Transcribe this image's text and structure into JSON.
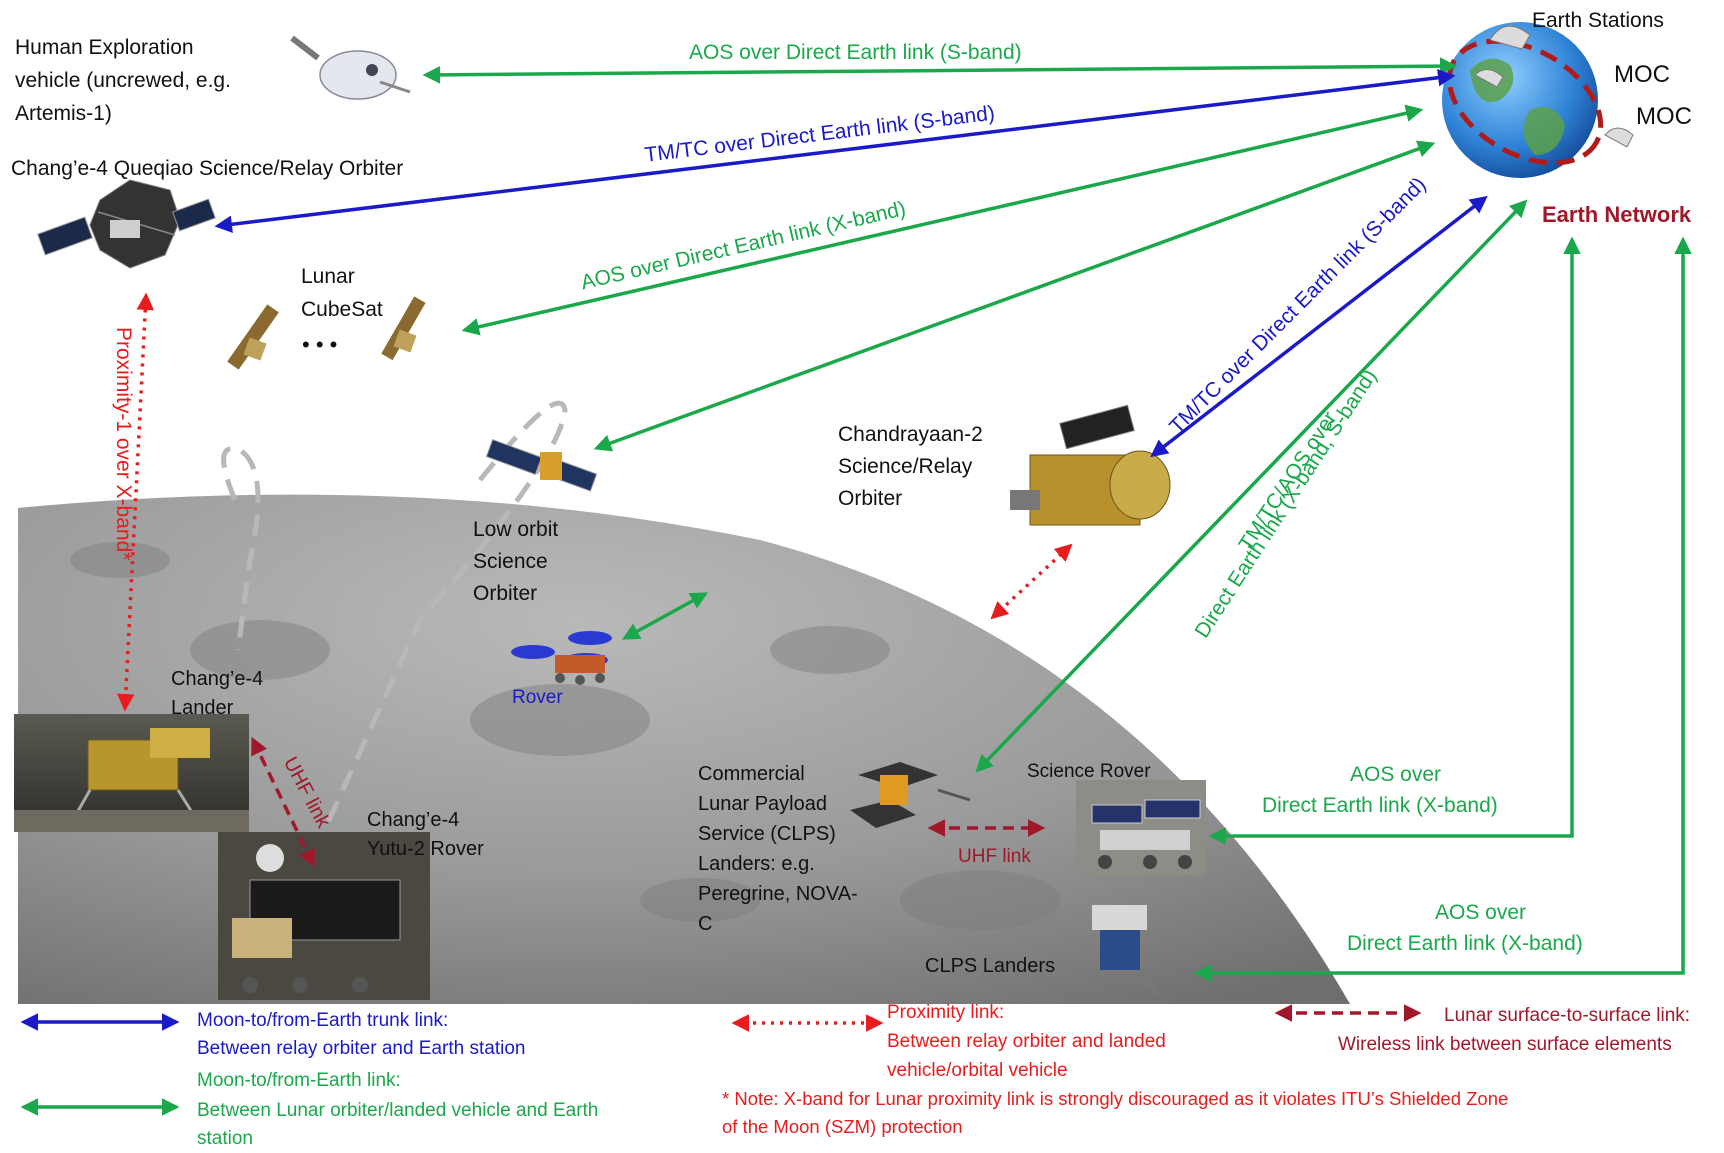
{
  "earth": {
    "stations_label": "Earth Stations",
    "moc_1": "MOC",
    "moc_2": "MOC",
    "network_label": "Earth Network"
  },
  "spacecraft": {
    "human_vehicle": [
      "Human Exploration",
      "vehicle (uncrewed, e.g.",
      "Artemis-1)"
    ],
    "queqiao": "Chang’e-4 Queqiao Science/Relay Orbiter",
    "cubesat": [
      "Lunar",
      "CubeSat"
    ],
    "cubesat_more": "• • •",
    "low_orbit": [
      "Low orbit",
      "Science",
      "Orbiter"
    ],
    "chandrayaan": [
      "Chandrayaan-2",
      "Science/Relay",
      "Orbiter"
    ],
    "rover": "Rover",
    "change4_lander": [
      "Chang’e-4",
      "Lander"
    ],
    "yutu2": [
      "Chang’e-4",
      "Yutu-2 Rover"
    ],
    "clps": [
      "Commercial",
      "Lunar Payload",
      "Service (CLPS)",
      "Landers: e.g.",
      "Peregrine, NOVA-",
      "C"
    ],
    "science_rover": "Science Rover",
    "clps_landers": "CLPS Landers"
  },
  "links": {
    "aos_s_band": "AOS over Direct Earth link (S-band)",
    "tmtc_s_band": "TM/TC over Direct Earth link (S-band)",
    "aos_x_band": "AOS over Direct Earth link (X-band)",
    "tmtc_s_band_chandrayaan": "TM/TC over Direct Earth link (S-band)",
    "tmtc_aos_line1": "TM/TC/AOS over",
    "tmtc_aos_line2": "Direct Earth link (X-band, S-band)",
    "proximity1": "Proximity-1 over X-band*",
    "uhf_lander": "UHF link",
    "uhf_clps": "UHF link",
    "aos_rover": [
      "AOS over",
      "Direct Earth link (X-band)"
    ],
    "aos_landers": [
      "AOS over",
      "Direct Earth link (X-band)"
    ]
  },
  "legend": {
    "trunk_title": "Moon-to/from-Earth trunk link:",
    "trunk_desc": "Between relay orbiter and Earth station",
    "earth_title": "Moon-to/from-Earth link:",
    "earth_desc_1": "Between Lunar orbiter/landed vehicle and Earth",
    "earth_desc_2": "station",
    "prox_title": "Proximity link:",
    "prox_desc_1": "Between relay orbiter and landed",
    "prox_desc_2": "vehicle/orbital  vehicle",
    "surface_title": "Lunar surface-to-surface link:",
    "surface_desc": "Wireless link between surface elements",
    "note_1": "* Note: X-band for Lunar proximity link is strongly discouraged as it violates ITU’s Shielded Zone",
    "note_2": "of the Moon (SZM) protection"
  },
  "colors": {
    "trunk": "#1a1ac8",
    "earth_link": "#1aa84a",
    "proximity": "#e81c1c",
    "surface": "#a0182a",
    "moon": "#8a8a8a"
  }
}
